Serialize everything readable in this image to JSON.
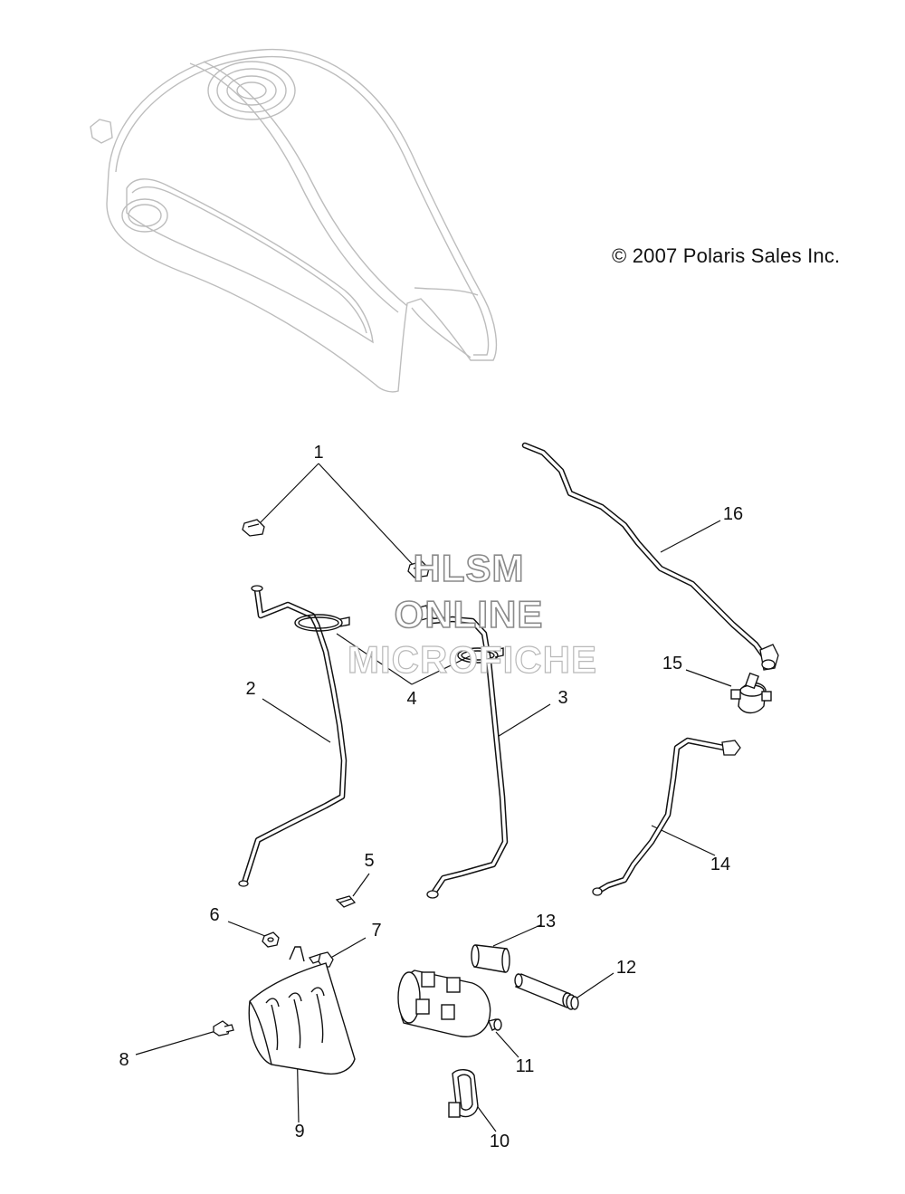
{
  "copyright": "© 2007 Polaris Sales Inc.",
  "watermark": {
    "line1": "HLSM",
    "line2": "ONLINE",
    "line3": "MICROFICHE"
  },
  "callouts": [
    {
      "id": "1",
      "label": "1"
    },
    {
      "id": "2",
      "label": "2"
    },
    {
      "id": "3",
      "label": "3"
    },
    {
      "id": "4",
      "label": "4"
    },
    {
      "id": "5",
      "label": "5"
    },
    {
      "id": "6",
      "label": "6"
    },
    {
      "id": "7",
      "label": "7"
    },
    {
      "id": "8",
      "label": "8"
    },
    {
      "id": "9",
      "label": "9"
    },
    {
      "id": "10",
      "label": "10"
    },
    {
      "id": "11",
      "label": "11"
    },
    {
      "id": "12",
      "label": "12"
    },
    {
      "id": "13",
      "label": "13"
    },
    {
      "id": "14",
      "label": "14"
    },
    {
      "id": "15",
      "label": "15"
    },
    {
      "id": "16",
      "label": "16"
    }
  ]
}
